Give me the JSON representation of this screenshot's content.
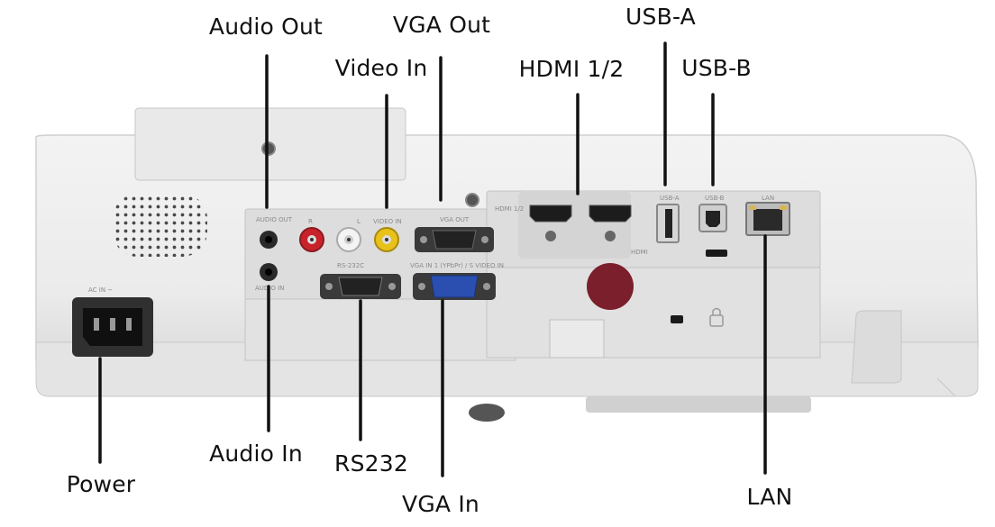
{
  "labels": {
    "audio_out": "Audio Out",
    "video_in": "Video In",
    "vga_out": "VGA Out",
    "hdmi": "HDMI 1/2",
    "usb_a": "USB-A",
    "usb_b": "USB-B",
    "power": "Power",
    "audio_in": "Audio In",
    "rs232": "RS232",
    "vga_in": "VGA In",
    "lan": "LAN"
  },
  "panel_print": {
    "ac_in": "AC IN ~",
    "audio_out": "AUDIO OUT",
    "audio_in": "AUDIO IN",
    "r": "R",
    "l": "L",
    "video_in": "VIDEO IN",
    "vga_out": "VGA OUT",
    "rs232c": "RS-232C",
    "vga_in": "VGA IN 1 (YPbPr) / S VIDEO IN",
    "hdmi_12": "HDMI 1/2",
    "usb_a": "USB-A",
    "usb_b": "USB-B",
    "lan": "LAN",
    "hdmi": "HDMI"
  },
  "colors": {
    "body": "#eeeeee",
    "panel": "#dedede",
    "line": "#111111",
    "rca_red": "#c8232a",
    "rca_white": "#f4f4f4",
    "rca_yellow": "#e8c21a",
    "vga_in_blue": "#2a4fb0",
    "ir_sensor": "#7a1f2b",
    "lan_led": "#d8b45a"
  },
  "icons": [
    "speaker-grille-icon",
    "power-socket-icon",
    "screw-icon",
    "lock-icon"
  ]
}
